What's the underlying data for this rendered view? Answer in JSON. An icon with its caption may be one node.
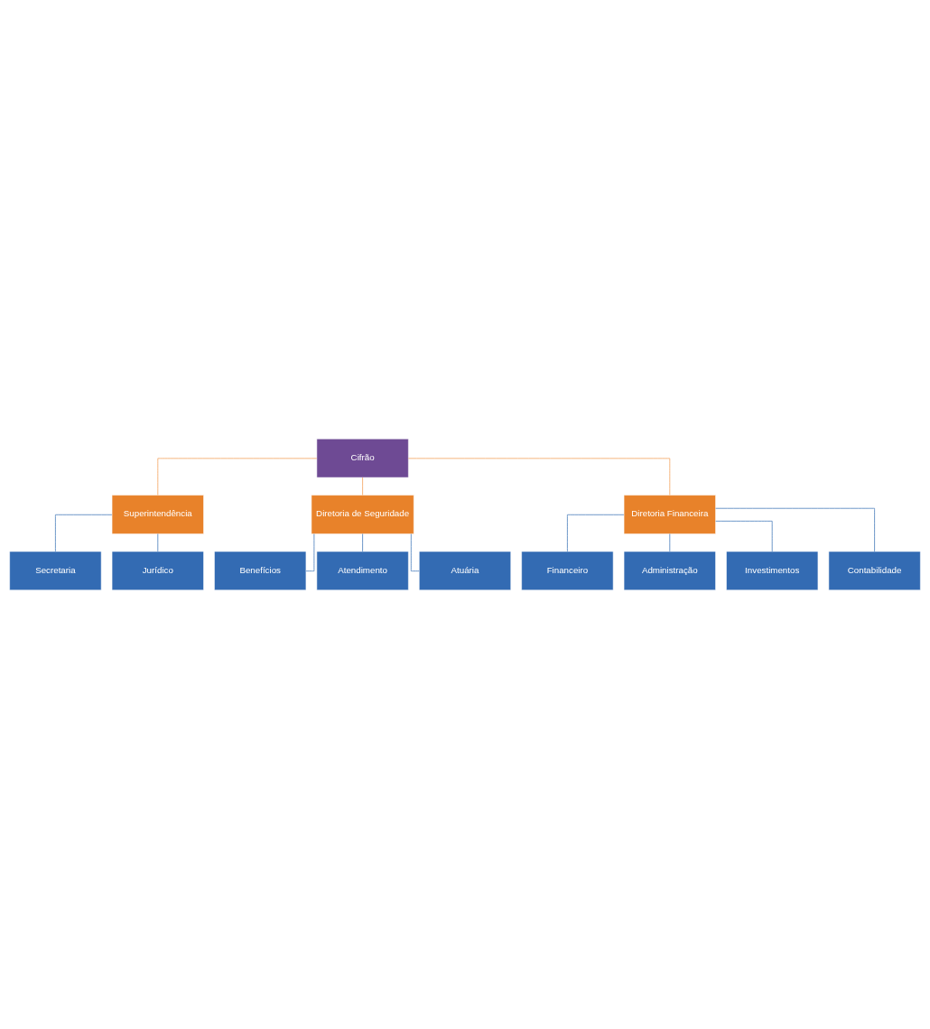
{
  "diagram": {
    "nodes": [
      {
        "text": [
          "Cifrão"
        ]
      },
      {
        "text": [
          "Superintendência"
        ]
      },
      {
        "text": [
          "Diretoria de Seguridade"
        ]
      },
      {
        "text": [
          "Diretoria Financeira"
        ]
      },
      {
        "text": [
          "Secretaria"
        ]
      },
      {
        "text": [
          "Jurídico"
        ]
      },
      {
        "text": [
          "Benefícios"
        ]
      },
      {
        "text": [
          "Atendimento"
        ]
      },
      {
        "text": [
          "Atuária"
        ]
      },
      {
        "text": [
          "Financeiro"
        ]
      },
      {
        "text": [
          "Administração"
        ]
      },
      {
        "text": [
          "Investimentos"
        ]
      },
      {
        "text": [
          "Contabilidade"
        ]
      }
    ],
    "edges": [
      {
        "from": 0,
        "to": 1,
        "arrow": "none",
        "color": "#f4a460"
      },
      {
        "from": 0,
        "to": 2,
        "arrow": "none",
        "color": "#f4a460"
      },
      {
        "from": 0,
        "to": 3,
        "arrow": "none",
        "color": "#f4a460"
      },
      {
        "from": 1,
        "to": 4,
        "arrow": "none"
      },
      {
        "from": 1,
        "to": 5,
        "arrow": "none"
      },
      {
        "from": 2,
        "to": 6,
        "arrow": "none"
      },
      {
        "from": 2,
        "to": 7,
        "arrow": "none"
      },
      {
        "from": 2,
        "to": 8,
        "arrow": "none"
      },
      {
        "from": 3,
        "to": 9,
        "arrow": "none"
      },
      {
        "from": 3,
        "to": 10,
        "arrow": "none"
      },
      {
        "from": 3,
        "to": 11,
        "arrow": "none"
      },
      {
        "from": 3,
        "to": 12,
        "arrow": "none"
      }
    ]
  }
}
